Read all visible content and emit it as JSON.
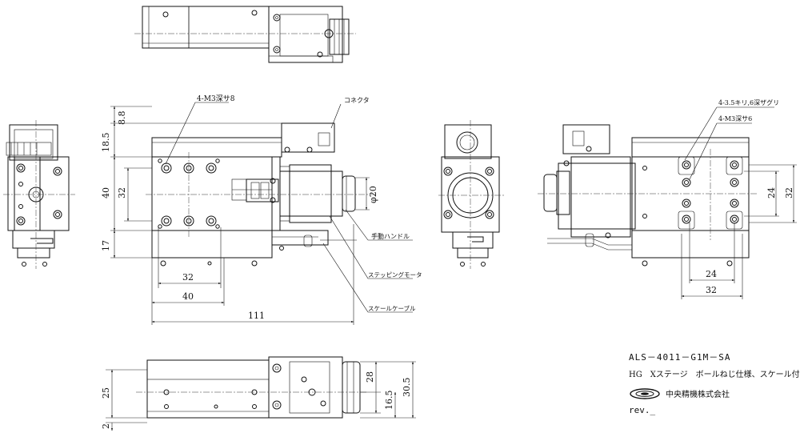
{
  "dimensions": {
    "d8_8": "8.8",
    "d18_5": "18.5",
    "d40_v": "40",
    "d32_v": "32",
    "d17": "17",
    "d32_h": "32",
    "d40_h": "40",
    "d111": "111",
    "d_phi20": "φ20",
    "d24_right_v": "24",
    "d32_right_v": "32",
    "d24_right_h": "24",
    "d32_right_h": "32",
    "d25": "25",
    "d2": "2",
    "d28": "28",
    "d16_5": "16.5",
    "d30_5": "30.5"
  },
  "callouts": {
    "m3_depth8": "4-M3深サ8",
    "connector": "コネクタ",
    "hand_knob": "手動ハンドル",
    "stepping_motor": "ステッピングモータ",
    "scale_cable": "スケールケーブル",
    "tap_3_5": "4-3.5キリ,6深ザグリ",
    "m3_depth6": "4-M3深サ6"
  },
  "title_block": {
    "model": "ALS－4011－G1M－SA",
    "description": "HG　Xステージ　ボールねじ仕様、スケール付",
    "company": "中央精機株式会社",
    "revision": "rev._"
  }
}
